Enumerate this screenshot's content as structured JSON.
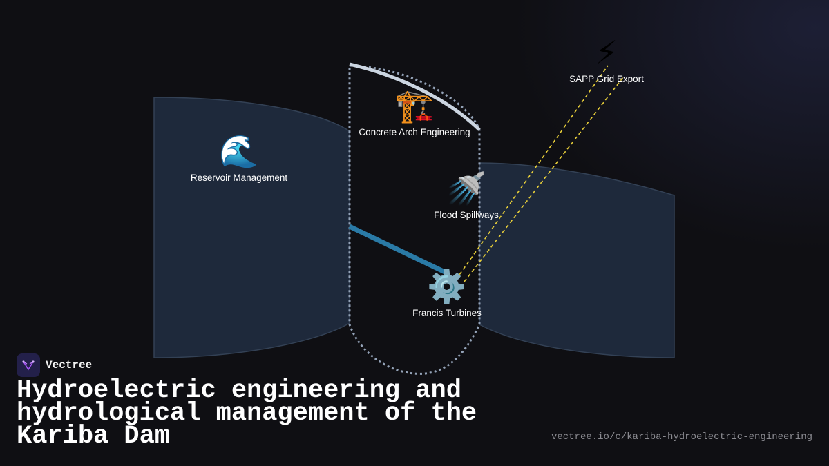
{
  "brand": {
    "name": "Vectree",
    "logo_icon": "vectree-logo-icon"
  },
  "title": "Hydroelectric engineering and hydrological management of the Kariba Dam",
  "url": "vectree.io/c/kariba-hydroelectric-engineering",
  "colors": {
    "background": "#0f0f13",
    "river_fill": "#1e293b",
    "dashed_outline": "#94a3b8",
    "arch": "#cbd5e1",
    "penstock": "#2a7aa6",
    "transmission_lines": "#e8cf3a",
    "logo_bg": "#23204a"
  },
  "nodes": {
    "reservoir": {
      "label": "Reservoir Management",
      "icon": "water-wave-icon",
      "glyph": "🌊"
    },
    "arch": {
      "label": "Concrete Arch Engineering",
      "icon": "construction-crane-icon",
      "glyph": "🏗️"
    },
    "spillways": {
      "label": "Flood Spillways",
      "icon": "shower-head-icon",
      "glyph": "🚿"
    },
    "turbines": {
      "label": "Francis Turbines",
      "icon": "gear-icon",
      "glyph": "⚙️"
    },
    "grid": {
      "label": "SAPP Grid Export",
      "icon": "lightning-bolt-icon",
      "glyph": "⚡"
    }
  }
}
